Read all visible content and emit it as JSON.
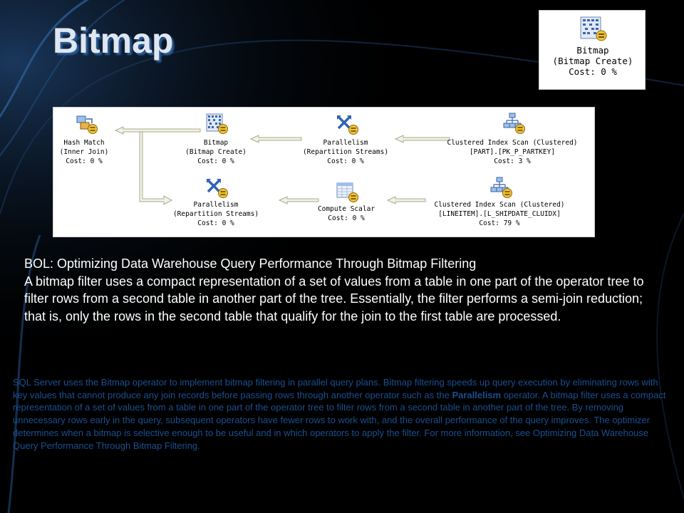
{
  "slide": {
    "title": "Bitmap"
  },
  "thumbnail": {
    "operator": {
      "name": "Bitmap",
      "subtitle": "(Bitmap Create)",
      "cost": "Cost: 0 %",
      "icon": "bitmap-icon"
    }
  },
  "plan": {
    "operators": {
      "hash_match": {
        "name": "Hash Match",
        "subtitle": "(Inner Join)",
        "cost": "Cost: 0 %",
        "icon": "hash-match-icon"
      },
      "bitmap": {
        "name": "Bitmap",
        "subtitle": "(Bitmap Create)",
        "cost": "Cost: 0 %",
        "icon": "bitmap-icon"
      },
      "parallelism_top": {
        "name": "Parallelism",
        "subtitle": "(Repartition Streams)",
        "cost": "Cost: 0 %",
        "icon": "parallelism-icon"
      },
      "index_scan_part": {
        "name": "Clustered Index Scan (Clustered)",
        "subtitle": "[PART].[PK_P_PARTKEY]",
        "cost": "Cost: 3 %",
        "icon": "clustered-index-scan-icon"
      },
      "parallelism_bottom": {
        "name": "Parallelism",
        "subtitle": "(Repartition Streams)",
        "cost": "Cost: 0 %",
        "icon": "parallelism-icon"
      },
      "compute_scalar": {
        "name": "Compute Scalar",
        "subtitle": "",
        "cost": "Cost: 0 %",
        "icon": "compute-scalar-icon"
      },
      "index_scan_lineitem": {
        "name": "Clustered Index Scan (Clustered)",
        "subtitle": "[LINEITEM].[L_SHIPDATE_CLUIDX]",
        "cost": "Cost: 79 %",
        "icon": "clustered-index-scan-icon"
      }
    }
  },
  "bol": {
    "heading": "BOL: Optimizing Data Warehouse Query Performance Through Bitmap Filtering",
    "body": "A bitmap filter uses a compact representation of a set of values from a table in one part of the operator tree to filter rows from a second table in another part of the tree. Essentially, the filter performs a semi-join reduction; that is, only the rows in the second table that qualify for the join to the first table are processed."
  },
  "note": {
    "text_before": "SQL Server uses the Bitmap operator to implement bitmap filtering in parallel query plans. Bitmap filtering speeds up query execution by eliminating rows with key values that cannot produce any join records before passing rows through another operator such as the ",
    "emphasis": "Parallelism",
    "text_after": " operator. A bitmap filter uses a compact representation of a set of values from a table in one part of the operator tree to filter rows from a second table in another part of the tree. By removing unnecessary rows early in the query, subsequent operators have fewer rows to work with, and the overall performance of the query improves. The optimizer determines when a bitmap is selective enough to be useful and in which operators to apply the filter. For more information, see Optimizing Data Warehouse Query Performance Through Bitmap Filtering."
  },
  "colors": {
    "background": "#000000",
    "title": "#dfe6f0",
    "title_shadow": "#2a5f9c",
    "body_text": "#ffffff",
    "note_text": "#1b4f8f"
  }
}
